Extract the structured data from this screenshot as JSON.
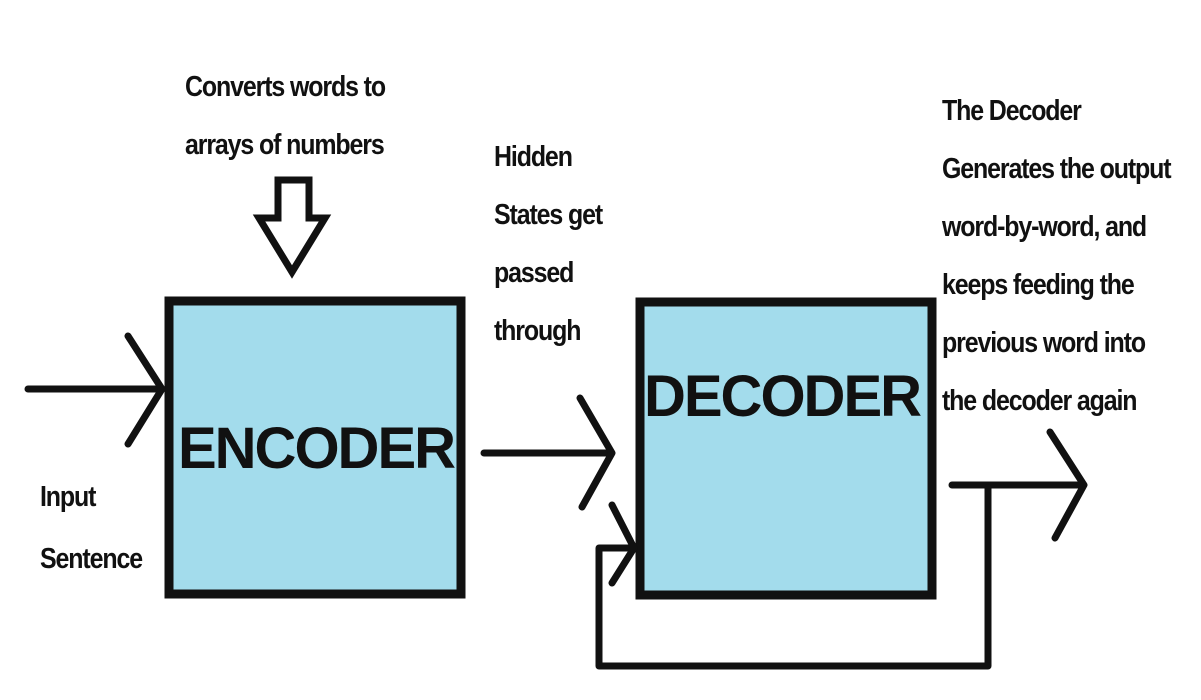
{
  "encoder": {
    "label": "ENCODER",
    "annotation": [
      "Converts words to",
      "arrays of numbers"
    ]
  },
  "decoder": {
    "label": "DECODER",
    "annotation": [
      "The Decoder",
      "Generates the output",
      "word-by-word, and",
      "keeps feeding the",
      "previous word into",
      "the decoder again"
    ]
  },
  "input": {
    "label": [
      "Input",
      "Sentence"
    ]
  },
  "hidden_states": {
    "label": [
      "Hidden",
      "States get",
      "passed",
      "through"
    ]
  },
  "colors": {
    "box_fill": "#a3dcec",
    "stroke": "#111111",
    "background": "#ffffff"
  }
}
